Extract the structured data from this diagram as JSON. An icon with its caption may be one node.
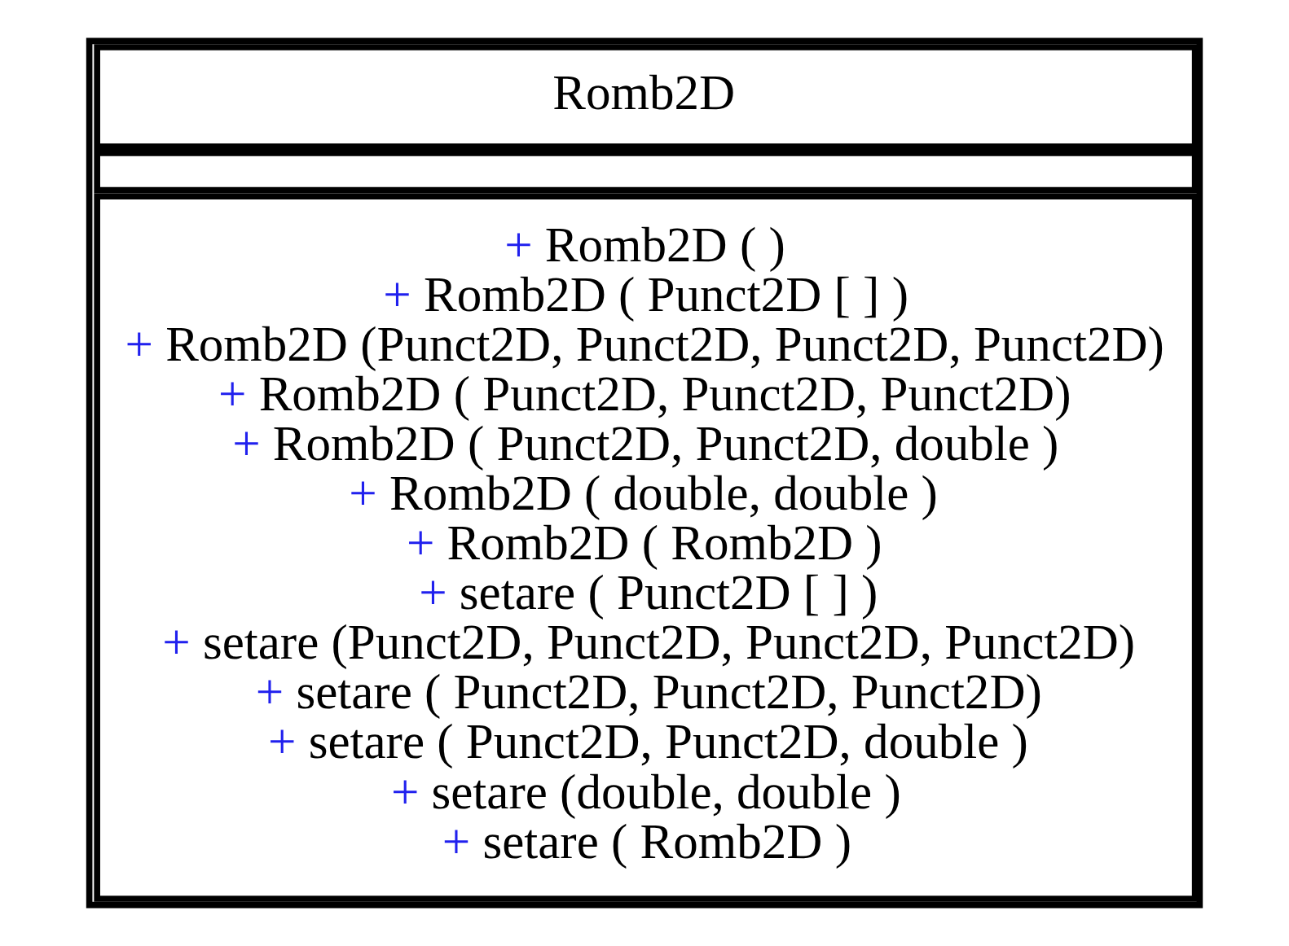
{
  "diagram": {
    "nodes": [
      {
        "text": [
          "Romb2D",
          "+ Romb2D ( )",
          "+ Romb2D ( Punct2D [ ] )",
          "+ Romb2D (Punct2D, Punct2D, Punct2D, Punct2D)",
          "+ Romb2D ( Punct2D, Punct2D, Punct2D)",
          "+ Romb2D ( Punct2D, Punct2D, double )",
          "+ Romb2D ( double, double )",
          "+ Romb2D ( Romb2D )",
          "+ setare ( Punct2D [ ] )",
          "+ setare (Punct2D, Punct2D, Punct2D, Punct2D)",
          "+ setare ( Punct2D, Punct2D, Punct2D)",
          "+ setare ( Punct2D, Punct2D, double )",
          "+ setare (double, double )",
          "+ setare ( Romb2D )"
        ]
      }
    ],
    "edges": []
  }
}
